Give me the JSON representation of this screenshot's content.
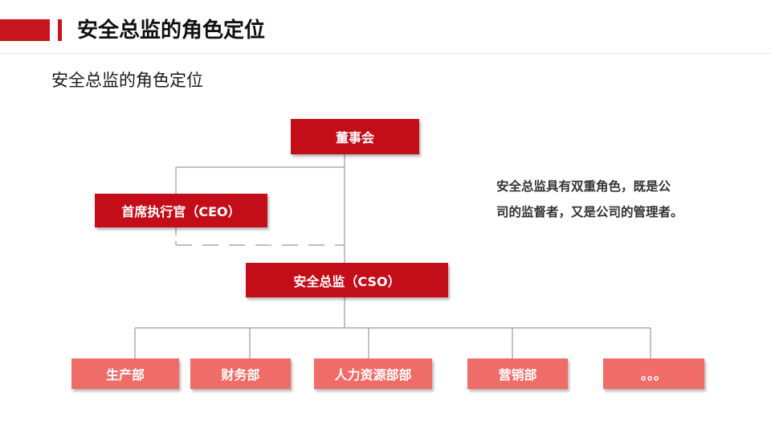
{
  "header": {
    "title": "安全总监的角色定位"
  },
  "subtitle": "安全总监的角色定位",
  "org_chart": {
    "board": "董事会",
    "ceo": "首席执行官（CEO）",
    "cso": "安全总监（CSO）",
    "departments": [
      "生产部",
      "财务部",
      "人力资源部部",
      "营销部",
      "。。。"
    ]
  },
  "note": {
    "line1": "安全总监具有双重角色，既是公",
    "line2": "司的监督者，又是公司的管理者。"
  },
  "colors": {
    "accent_red": "#c30d19",
    "light_red": "#ef6c68",
    "connector_gray": "#9a9a9a"
  }
}
